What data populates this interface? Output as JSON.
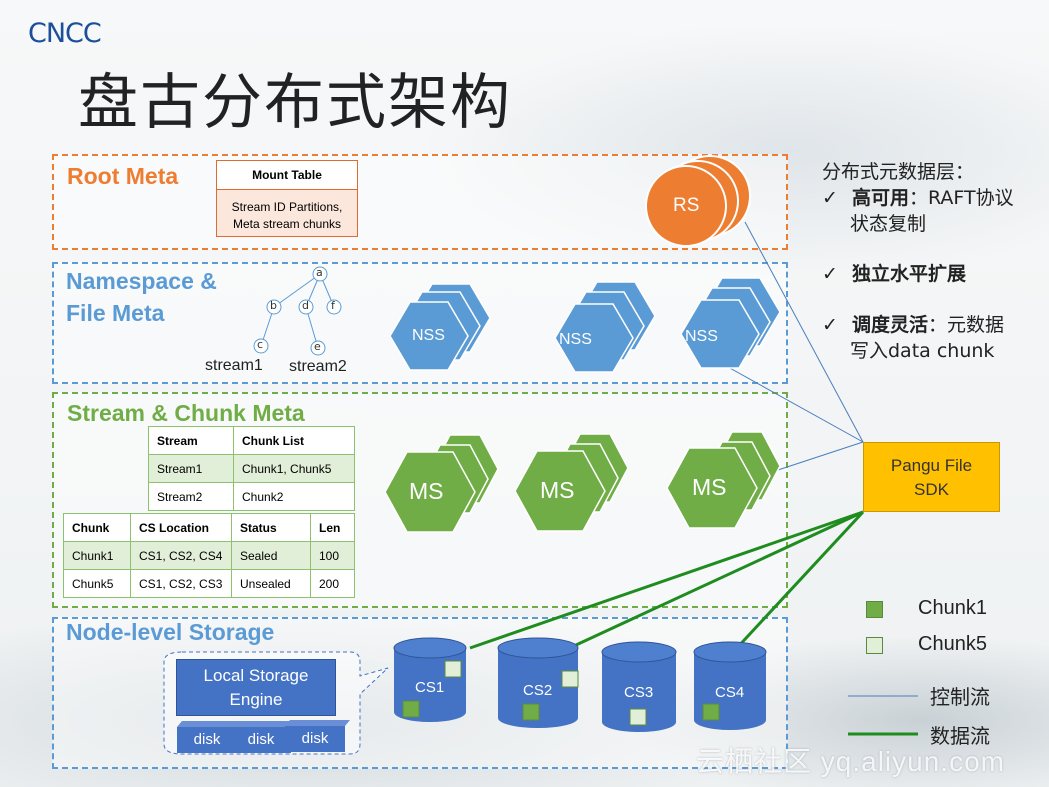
{
  "logo": "CNCC",
  "title": "盘古分布式架构",
  "layers": {
    "root": {
      "title": "Root Meta",
      "color": "#ed7d31"
    },
    "namespace": {
      "title_line1": "Namespace &",
      "title_line2": "File Meta",
      "color": "#5b9bd5"
    },
    "stream": {
      "title": "Stream & Chunk Meta",
      "color": "#70ad47"
    },
    "storage": {
      "title": "Node-level Storage",
      "color": "#5b9bd5"
    }
  },
  "mount_table": {
    "header": "Mount Table",
    "line1": "Stream ID Partitions,",
    "line2": "Meta stream chunks"
  },
  "tree": {
    "nodes": [
      "a",
      "b",
      "d",
      "f",
      "c",
      "e"
    ],
    "stream1": "stream1",
    "stream2": "stream2"
  },
  "nodes": {
    "rs": "RS",
    "nss": [
      "NSS",
      "NSS",
      "NSS"
    ],
    "ms": [
      "MS",
      "MS",
      "MS"
    ],
    "cs": [
      "CS1",
      "CS2",
      "CS3",
      "CS4"
    ]
  },
  "stream_table": {
    "headers": [
      "Stream",
      "Chunk List"
    ],
    "rows": [
      [
        "Stream1",
        "Chunk1, Chunk5"
      ],
      [
        "Stream2",
        "Chunk2"
      ]
    ]
  },
  "chunk_table": {
    "headers": [
      "Chunk",
      "CS Location",
      "Status",
      "Len"
    ],
    "rows": [
      [
        "Chunk1",
        "CS1, CS2, CS4",
        "Sealed",
        "100"
      ],
      [
        "Chunk5",
        "CS1, CS2, CS3",
        "Unsealed",
        "200"
      ]
    ]
  },
  "storage": {
    "engine_line1": "Local Storage",
    "engine_line2": "Engine",
    "disks": [
      "disk",
      "disk",
      "disk"
    ]
  },
  "sdk": {
    "line1": "Pangu File",
    "line2": "SDK"
  },
  "right_panel": {
    "heading": "分布式元数据层：",
    "check": "✓",
    "item1_bold": "高可用",
    "item1_rest": "：RAFT协议",
    "item1_line2": "状态复制",
    "item2_bold": "独立水平扩展",
    "item3_bold": "调度灵活",
    "item3_rest": "：元数据",
    "item3_line2": "写入data chunk"
  },
  "legend": {
    "chunk1": "Chunk1",
    "chunk5": "Chunk5",
    "control": "控制流",
    "data": "数据流"
  },
  "colors": {
    "orange": "#ed7d31",
    "blue": "#5b9bd5",
    "green": "#70ad47",
    "chunk1": "#70ad47",
    "chunk5": "#e2efd8",
    "sdk": "#ffc000",
    "control_line": "#4a7ebb",
    "data_line": "#1f8c1f"
  },
  "watermark": "云栖社区 yq.aliyun.com"
}
